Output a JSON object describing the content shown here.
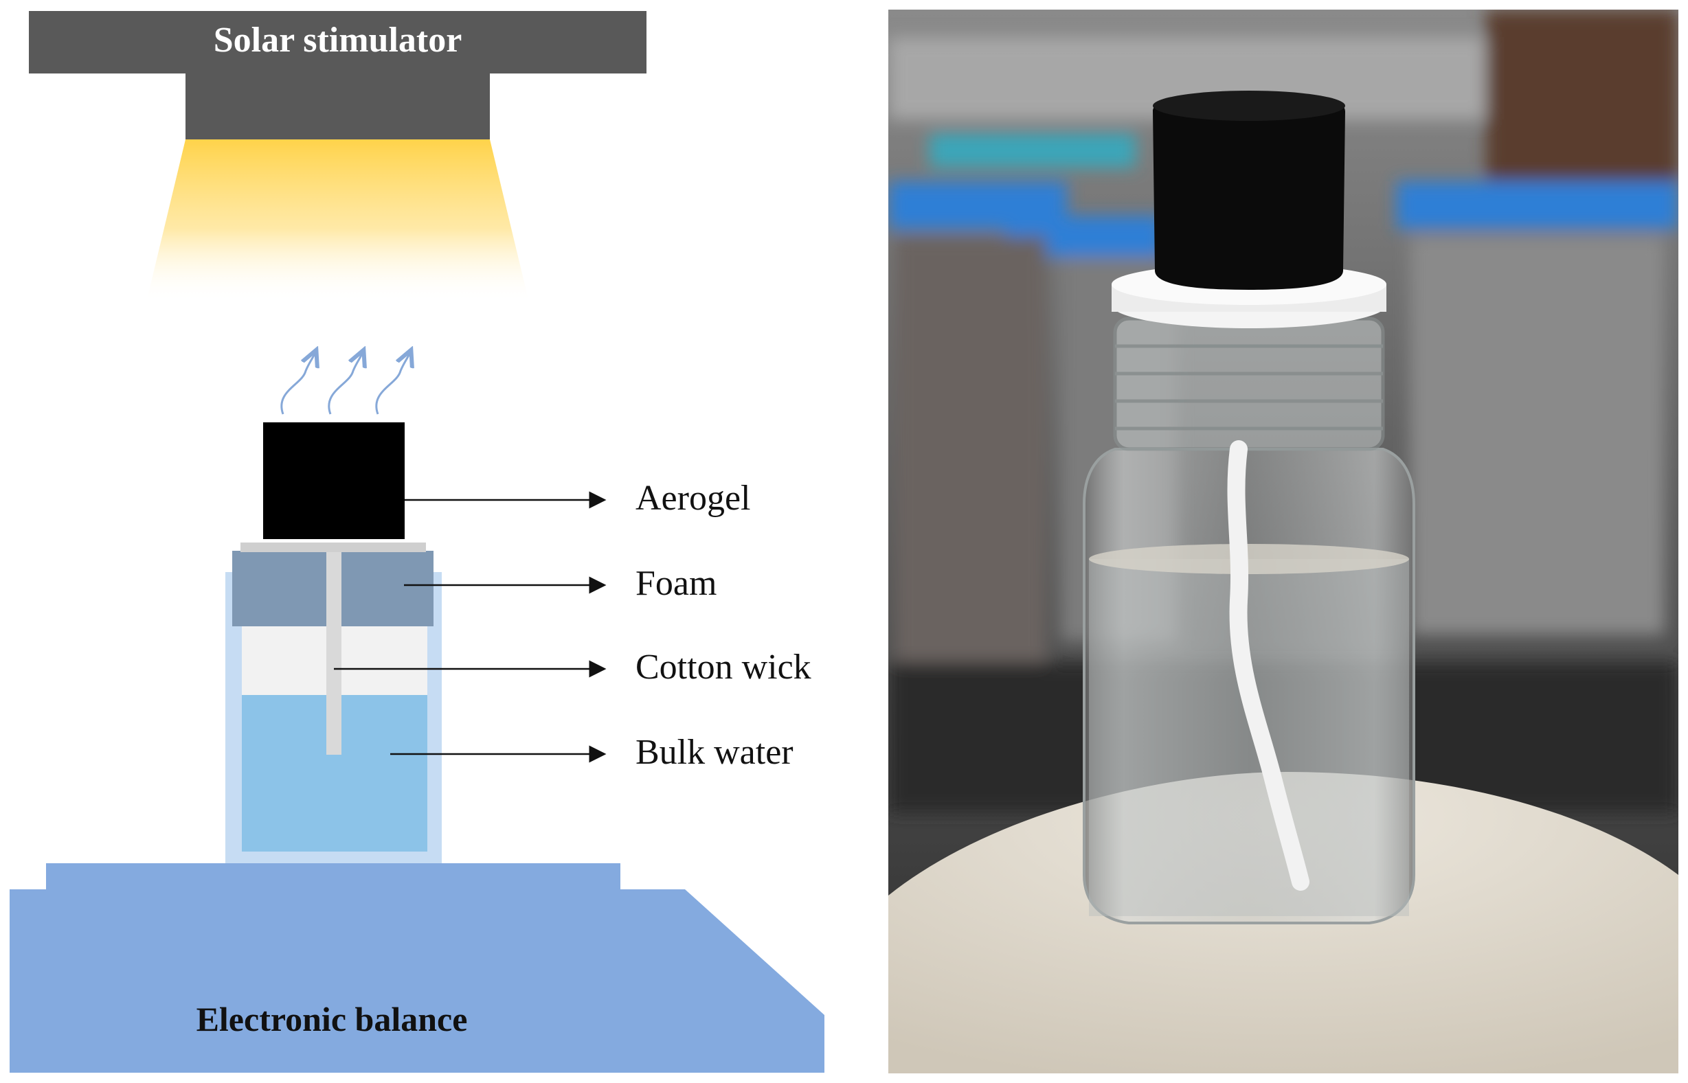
{
  "schematic": {
    "light_source": {
      "label": "Solar stimulator"
    },
    "balance": {
      "label": "Electronic balance"
    },
    "callouts": [
      {
        "key": "aerogel",
        "label": "Aerogel"
      },
      {
        "key": "foam",
        "label": "Foam"
      },
      {
        "key": "cotton_wick",
        "label": "Cotton wick"
      },
      {
        "key": "bulk_water",
        "label": "Bulk water"
      }
    ],
    "vapor_arrow_count": 3
  },
  "photo": {
    "subject": "Glass vial with black aerogel on white foam and cotton wick in water, placed on a balance"
  },
  "colors": {
    "stimulator": "#595959",
    "light": "#ffd34a",
    "aerogel": "#000000",
    "foam": "#7f98b3",
    "wick": "#d9d9d9",
    "water": "#8cc3e8",
    "container": "#c6dcf3",
    "balance": "#84aadf",
    "vapor": "#86a8d8"
  }
}
